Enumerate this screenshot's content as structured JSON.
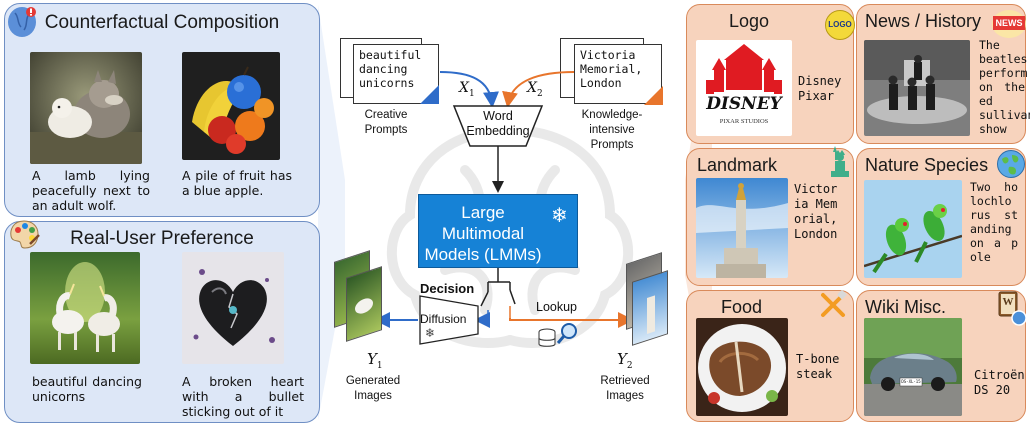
{
  "left": {
    "counterfactual": {
      "title": "Counterfactual Composition",
      "items": [
        {
          "caption": "A lamb lying peacefully next to an adult wolf."
        },
        {
          "caption": "A pile of fruit has a blue apple."
        }
      ]
    },
    "preference": {
      "title": "Real-User Preference",
      "items": [
        {
          "caption": "beautiful dancing unicorns"
        },
        {
          "caption": "A broken heart with a bullet sticking out of it"
        }
      ]
    }
  },
  "center": {
    "creative_doc": "beautiful dancing unicorns",
    "creative_label": "Creative Prompts",
    "knowledge_doc": "Victoria Memorial, London",
    "knowledge_label": "Knowledge-intensive Prompts",
    "x1": "X",
    "x1_sub": "1",
    "x2": "X",
    "x2_sub": "2",
    "word_embedding": "Word Embedding",
    "lmm": "Large Multimodal Models (LMMs)",
    "decision": "Decision",
    "diffusion": "Diffusion",
    "lookup": "Lookup",
    "y1": "Y",
    "y1_sub": "1",
    "y2": "Y",
    "y2_sub": "2",
    "generated": "Generated Images",
    "retrieved": "Retrieved Images"
  },
  "right": {
    "logo": {
      "title": "Logo",
      "badge": "LOGO",
      "caption": "Disney Pixar",
      "image_text": "DISNEY",
      "image_subtext": "PIXAR STUDIOS"
    },
    "news": {
      "title": "News / History",
      "badge": "NEWS",
      "caption": "The beatles perform on the ed sullivan show"
    },
    "landmark": {
      "title": "Landmark",
      "caption": "Victoria Memorial, London"
    },
    "nature": {
      "title": "Nature Species",
      "caption": "Two holochlorus standing on a pole"
    },
    "food": {
      "title": "Food",
      "caption": "T-bone steak"
    },
    "wiki": {
      "title": "Wiki Misc.",
      "caption": "Citroën DS 20",
      "plate": "DS-XL-15",
      "book_letter": "W"
    }
  },
  "colors": {
    "left_panel_bg": "#dde7f7",
    "left_panel_border": "#6f8fc4",
    "right_panel_bg": "#f7d3bd",
    "right_panel_border": "#d98a5b",
    "lmm_box": "#1682d6",
    "creative_arrow": "#2f6cc9",
    "knowledge_arrow": "#e8752c"
  }
}
